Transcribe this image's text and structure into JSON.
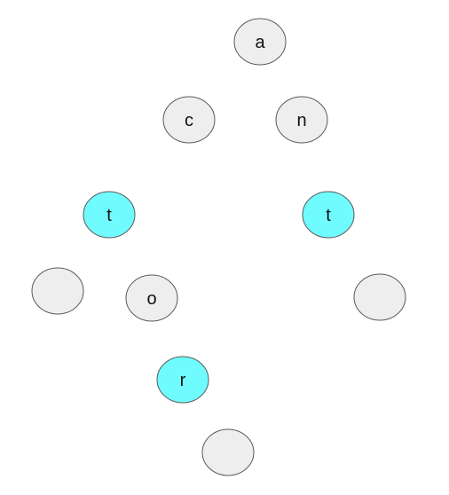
{
  "colors": {
    "default_fill": "#eeeeee",
    "highlight_fill": "#70fbff",
    "outline": "#5a5a5a"
  },
  "nodes": [
    {
      "id": "n1",
      "label": "a",
      "highlighted": false
    },
    {
      "id": "n2",
      "label": "c",
      "highlighted": false
    },
    {
      "id": "n3",
      "label": "n",
      "highlighted": false
    },
    {
      "id": "n4",
      "label": "t",
      "highlighted": true
    },
    {
      "id": "n5",
      "label": "t",
      "highlighted": true
    },
    {
      "id": "n6",
      "label": "",
      "highlighted": false
    },
    {
      "id": "n7",
      "label": "o",
      "highlighted": false
    },
    {
      "id": "n8",
      "label": "",
      "highlighted": false
    },
    {
      "id": "n9",
      "label": "r",
      "highlighted": true
    },
    {
      "id": "n10",
      "label": "",
      "highlighted": false
    }
  ]
}
